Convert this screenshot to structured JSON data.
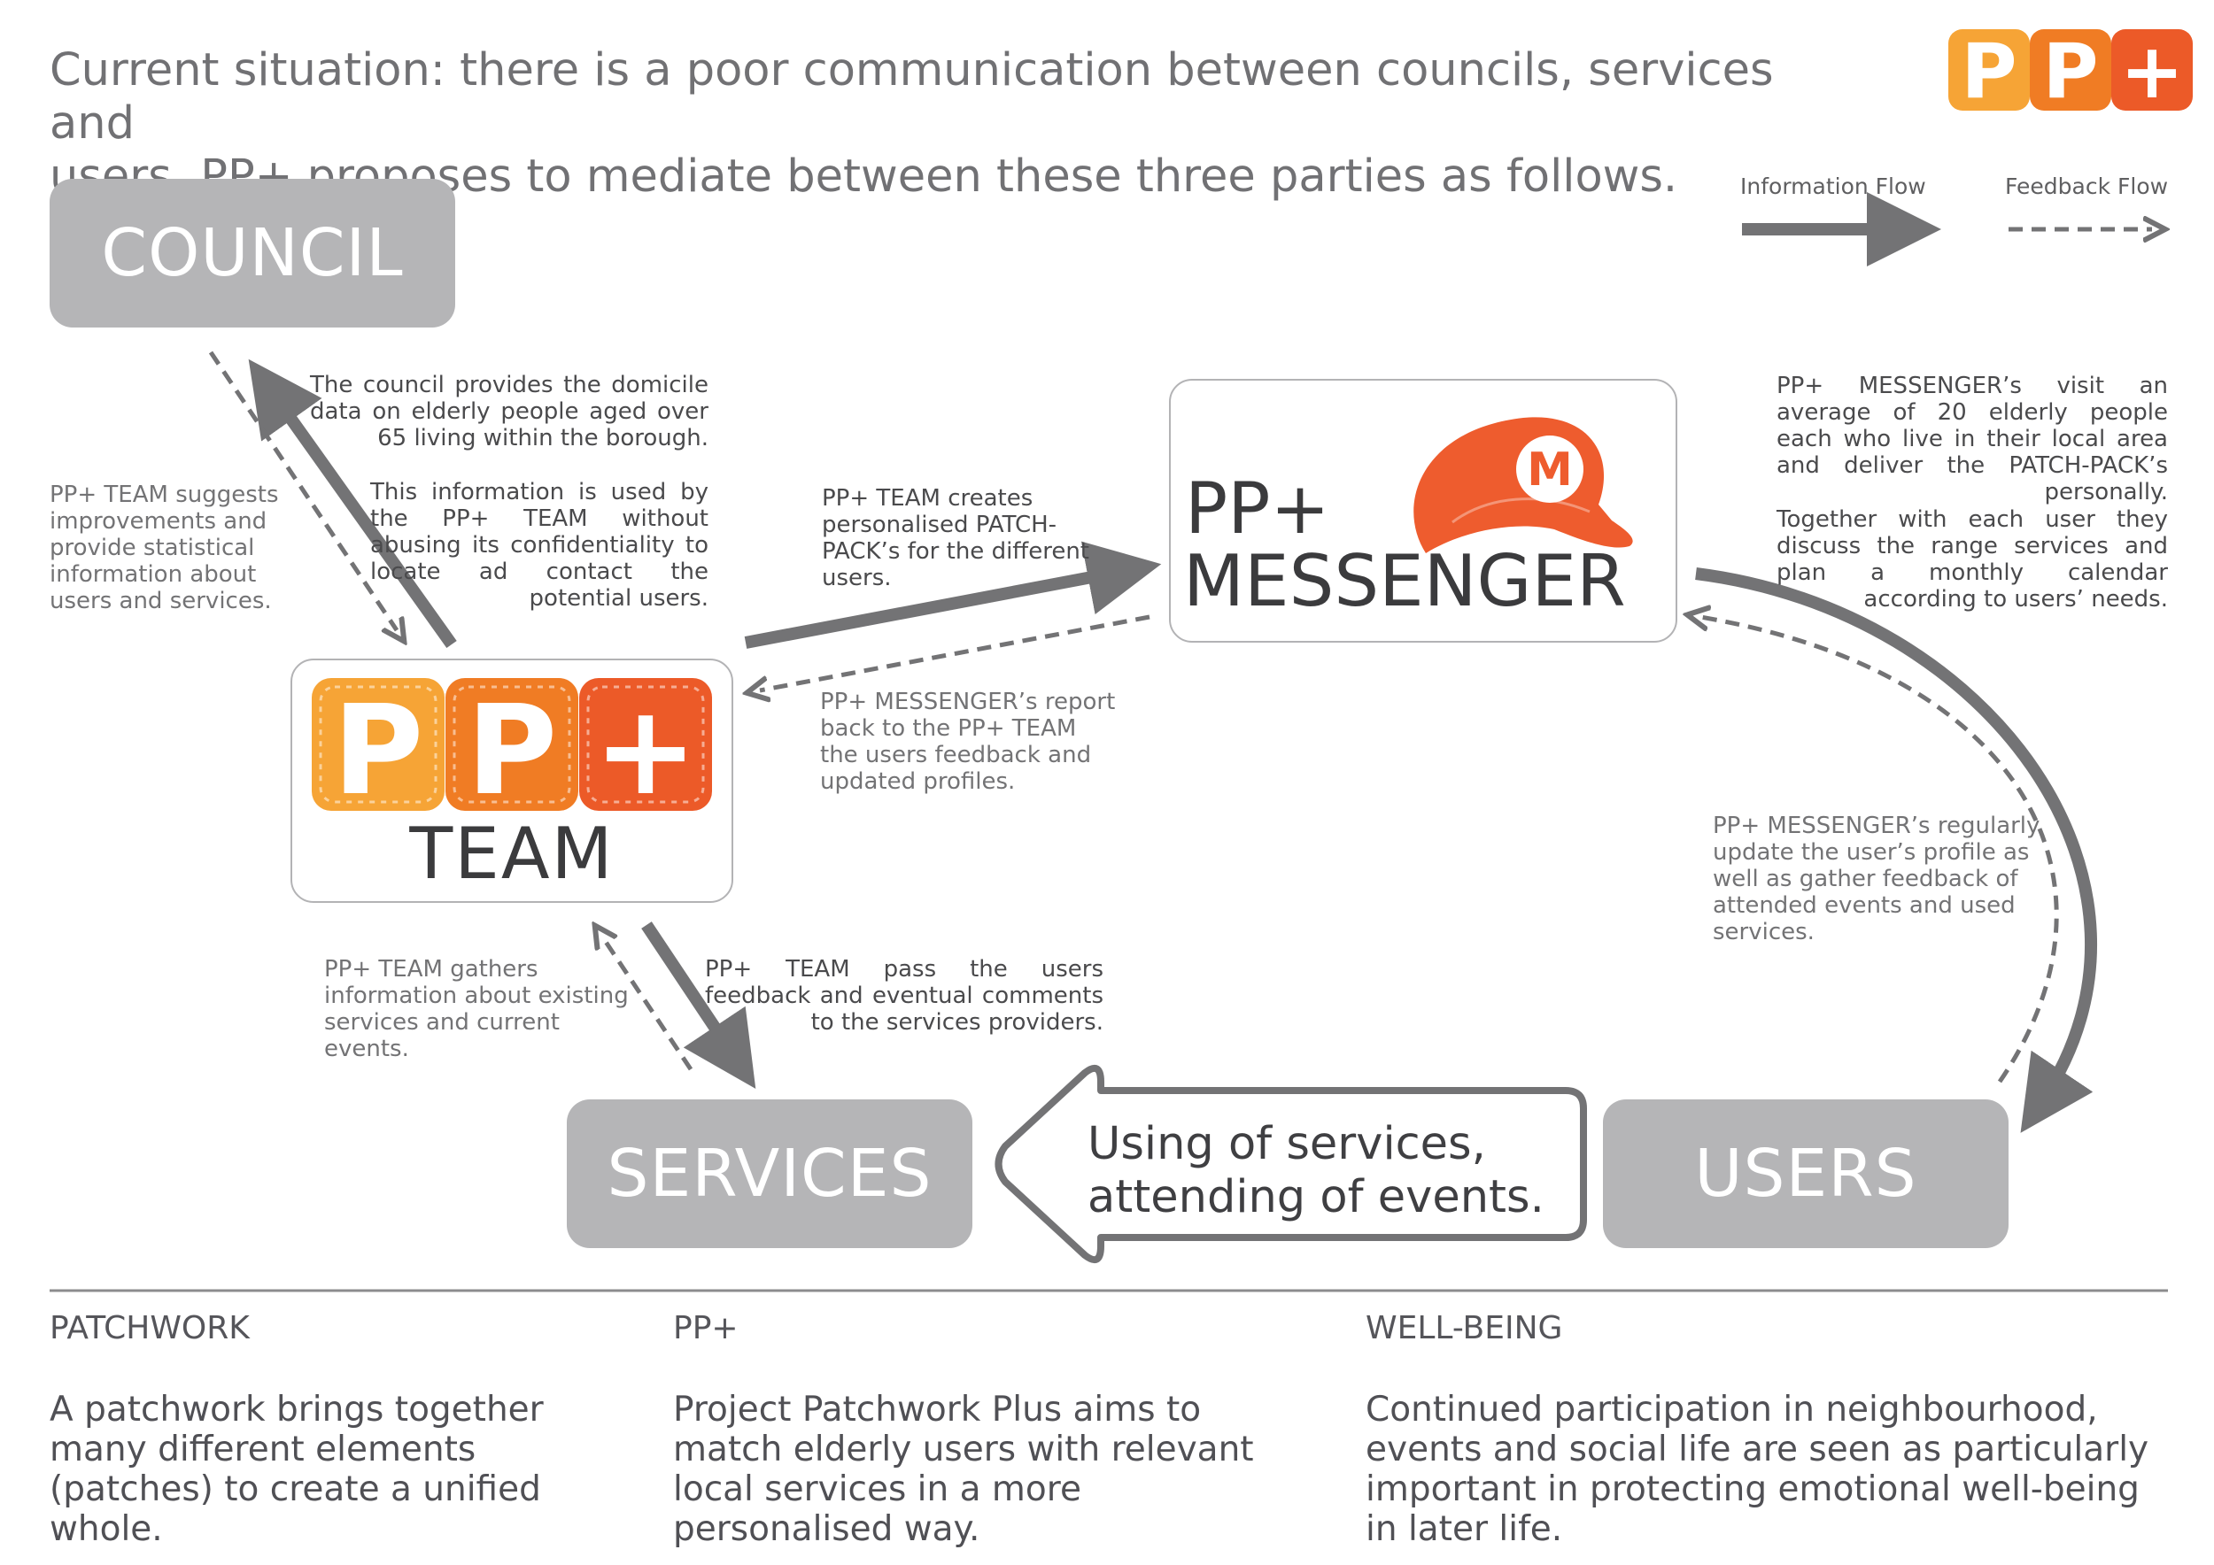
{
  "header": {
    "title_line1": "Current situation: there is a poor communication between councils, services and",
    "title_line2": "users. PP+ proposes to mediate between these three parties as follows."
  },
  "logo": {
    "letters": [
      "P",
      "P",
      "+"
    ]
  },
  "legend": {
    "info_label": "Information Flow",
    "feedback_label": "Feedback Flow"
  },
  "nodes": {
    "council": "COUNCIL",
    "services": "SERVICES",
    "users": "USERS",
    "team_label": "TEAM",
    "messenger_line1": "PP+",
    "messenger_line2": "MESSENGER",
    "cap_letter": "M"
  },
  "notes": {
    "council_provides": "The council provides the domicile data on elderly people aged over 65 living within the borough.",
    "info_used": "This information is used by the PP+ TEAM without abusing its confidentiality to locate ad contact the potential users.",
    "team_suggests": "PP+ TEAM suggests improvements and provide statistical information about users and services.",
    "team_creates": "PP+ TEAM creates personalised PATCH-PACK’s for the different users.",
    "messenger_report": "PP+ MESSENGER’s report back to the PP+ TEAM the users feedback and updated profiles.",
    "messenger_visit": "PP+ MESSENGER’s visit an average of 20 elderly people each who live in their local area and deliver the PATCH-PACK’s personally.",
    "together": "Together with each user they discuss the range services and plan a monthly calendar according to users’ needs.",
    "messenger_update": "PP+ MESSENGER’s regularly update the user’s profile as well as gather feedback of attended events and used services.",
    "team_gathers": "PP+ TEAM gathers information about existing services and current events.",
    "team_pass": "PP+ TEAM pass the users feedback and eventual comments to the services providers."
  },
  "big_arrow": {
    "line1": "Using of services,",
    "line2": "attending of events."
  },
  "footer": [
    {
      "heading": "PATCHWORK",
      "text": "A patchwork brings together many different elements (patches) to create a unified whole."
    },
    {
      "heading": "PP+",
      "text": "Project Patchwork Plus aims to match elderly users with relevant local services in a more personalised way."
    },
    {
      "heading": "WELL-BEING",
      "text": "Continued participation in neighbourhood, events and social life are seen as particularly important in protecting emotional well-being in later life."
    }
  ],
  "colors": {
    "logo_1": "#f6a436",
    "logo_2": "#f07c24",
    "logo_3": "#ec5a28",
    "node_gray": "#b5b5b7",
    "arrow_gray": "#737375",
    "cap": "#ee5c2e"
  }
}
